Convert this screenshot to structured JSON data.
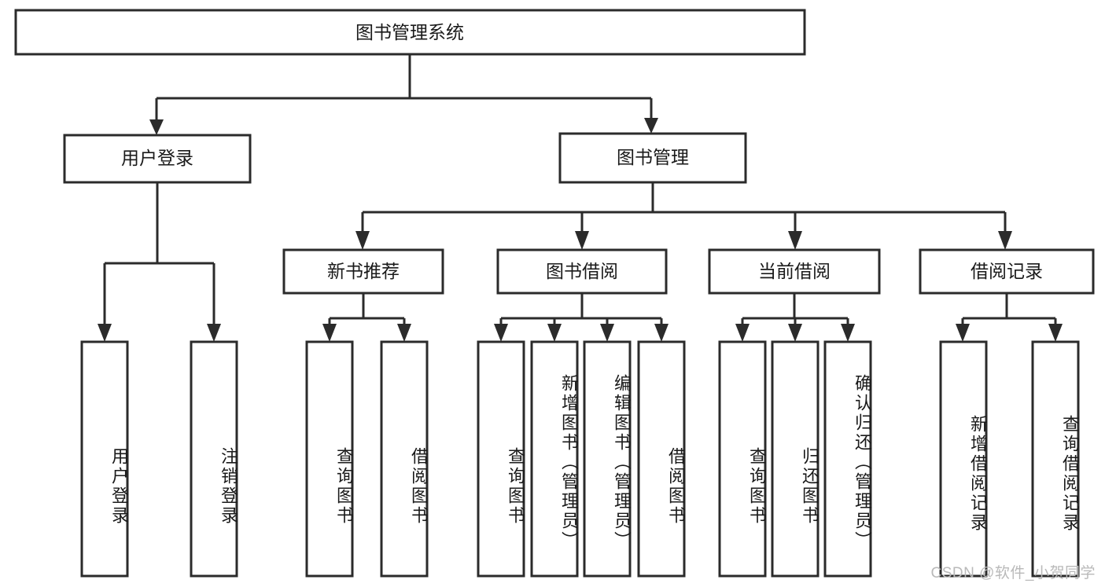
{
  "diagram": {
    "type": "tree-hierarchy-chart",
    "title": "图书管理系统",
    "orientation": "top-down",
    "background_color": "#ffffff",
    "line_color": "#2b2b2b",
    "text_color": "#1a1a1a",
    "watermark": "CSDN @软件_小贺同学",
    "levels": [
      {
        "level": 0,
        "nodes": [
          {
            "id": "root",
            "label": "图书管理系统",
            "text_orientation": "horizontal"
          }
        ]
      },
      {
        "level": 1,
        "nodes": [
          {
            "id": "user-login",
            "label": "用户登录",
            "parent": "root",
            "text_orientation": "horizontal"
          },
          {
            "id": "book-manage",
            "label": "图书管理",
            "parent": "root",
            "text_orientation": "horizontal"
          }
        ]
      },
      {
        "level": 2,
        "nodes": [
          {
            "id": "new-book-rec",
            "label": "新书推荐",
            "parent": "book-manage",
            "text_orientation": "horizontal"
          },
          {
            "id": "book-borrow",
            "label": "图书借阅",
            "parent": "book-manage",
            "text_orientation": "horizontal"
          },
          {
            "id": "current-borrow",
            "label": "当前借阅",
            "parent": "book-manage",
            "text_orientation": "horizontal"
          },
          {
            "id": "borrow-record",
            "label": "借阅记录",
            "parent": "book-manage",
            "text_orientation": "horizontal"
          }
        ]
      },
      {
        "level": 3,
        "nodes": [
          {
            "id": "leaf-user-login",
            "label": "用户登录",
            "parent": "user-login",
            "text_orientation": "vertical"
          },
          {
            "id": "leaf-user-logout",
            "label": "注销登录",
            "parent": "user-login",
            "text_orientation": "vertical"
          },
          {
            "id": "leaf-rec-query",
            "label": "查询图书",
            "parent": "new-book-rec",
            "text_orientation": "vertical"
          },
          {
            "id": "leaf-rec-borrow",
            "label": "借阅图书",
            "parent": "new-book-rec",
            "text_orientation": "vertical"
          },
          {
            "id": "leaf-borrow-query",
            "label": "查询图书",
            "parent": "book-borrow",
            "text_orientation": "vertical"
          },
          {
            "id": "leaf-borrow-add",
            "label": "新增图书（管理员）",
            "parent": "book-borrow",
            "text_orientation": "vertical"
          },
          {
            "id": "leaf-borrow-edit",
            "label": "编辑图书（管理员）",
            "parent": "book-borrow",
            "text_orientation": "vertical"
          },
          {
            "id": "leaf-borrow-lend",
            "label": "借阅图书",
            "parent": "book-borrow",
            "text_orientation": "vertical"
          },
          {
            "id": "leaf-current-query",
            "label": "查询图书",
            "parent": "current-borrow",
            "text_orientation": "vertical"
          },
          {
            "id": "leaf-current-return",
            "label": "归还图书",
            "parent": "current-borrow",
            "text_orientation": "vertical"
          },
          {
            "id": "leaf-current-confirm",
            "label": "确认归还（管理员）",
            "parent": "current-borrow",
            "text_orientation": "vertical"
          },
          {
            "id": "leaf-record-add",
            "label": "新增借阅记录",
            "parent": "borrow-record",
            "text_orientation": "vertical"
          },
          {
            "id": "leaf-record-query",
            "label": "查询借阅记录",
            "parent": "borrow-record",
            "text_orientation": "vertical"
          }
        ]
      }
    ]
  }
}
